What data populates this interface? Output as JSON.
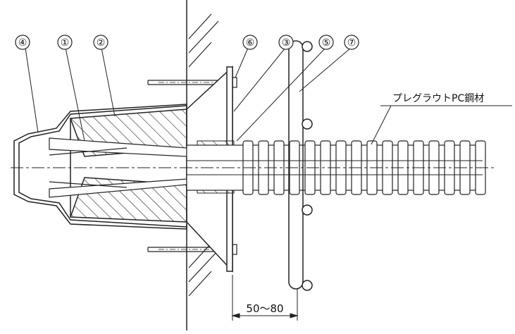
{
  "callouts": [
    {
      "id": "4",
      "label": "④"
    },
    {
      "id": "1",
      "label": "①"
    },
    {
      "id": "2",
      "label": "②"
    },
    {
      "id": "6",
      "label": "⑥"
    },
    {
      "id": "3",
      "label": "③"
    },
    {
      "id": "5",
      "label": "⑤"
    },
    {
      "id": "7",
      "label": "⑦"
    }
  ],
  "labels": {
    "tendon": "プレグラウトPC鋼材"
  },
  "dimension": {
    "range": "50～80"
  }
}
